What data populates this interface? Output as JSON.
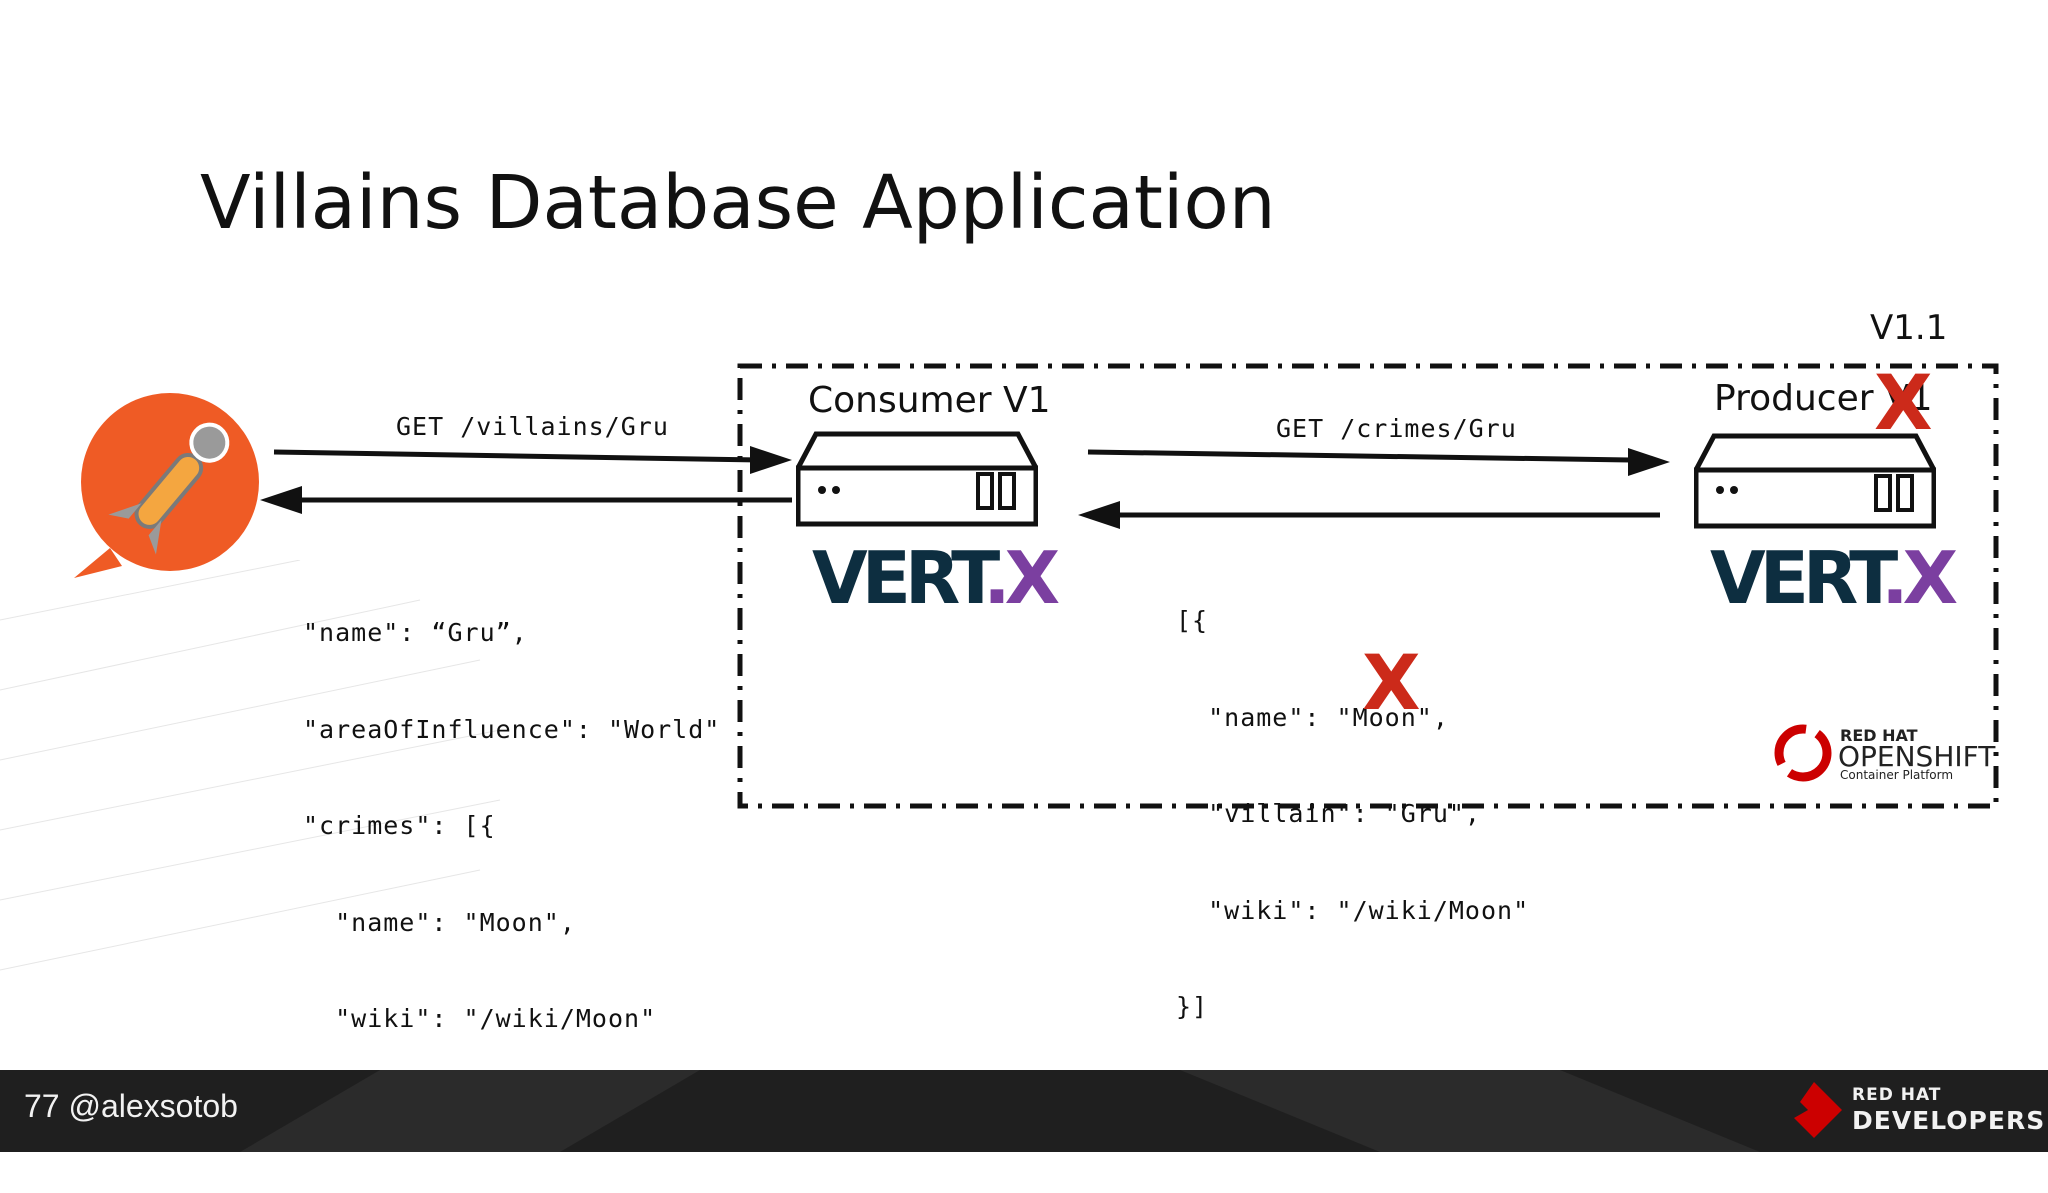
{
  "slide": {
    "title": "Villains Database Application",
    "version_label": "V1.1",
    "footer": {
      "page_number": "77",
      "handle": "@alexsotob",
      "brand_top": "RED HAT",
      "brand_bottom": "DEVELOPERS"
    }
  },
  "diagram": {
    "client_request": "GET /villains/Gru",
    "client_response_lines": [
      "\"name\": “Gru”,",
      "\"areaOfInfluence\": \"World\"",
      "\"crimes\": [{",
      "  \"name\": \"Moon\",",
      "  \"wiki\": \"/wiki/Moon\"",
      "  }]"
    ],
    "consumer": {
      "label": "Consumer V1",
      "logo_text": "VERT",
      "logo_dot": ".",
      "logo_x": "X"
    },
    "producer": {
      "label": "Producer V1",
      "logo_text": "VERT",
      "logo_dot": ".",
      "logo_x": "X"
    },
    "producer_request": "GET /crimes/Gru",
    "producer_response_lines": [
      "[{",
      "  \"name\": \"Moon\",",
      "  \"villain\": \"Gru\",",
      "  \"wiki\": \"/wiki/Moon\"",
      "}]"
    ],
    "strike_mark": "X",
    "platform": {
      "top": "RED HAT",
      "middle": "OPENSHIFT",
      "bottom": "Container Platform"
    }
  },
  "colors": {
    "postman_orange": "#ef5b25",
    "vertx_dark": "#0d2e40",
    "vertx_purple": "#7b3fa0",
    "strike_red": "#cc2a1a",
    "redhat_red": "#cc0000",
    "footer_bg": "#1f1f1f"
  },
  "icons": [
    "postman-rocket-icon",
    "server-icon",
    "openshift-logo-icon",
    "redhat-logo-icon"
  ]
}
